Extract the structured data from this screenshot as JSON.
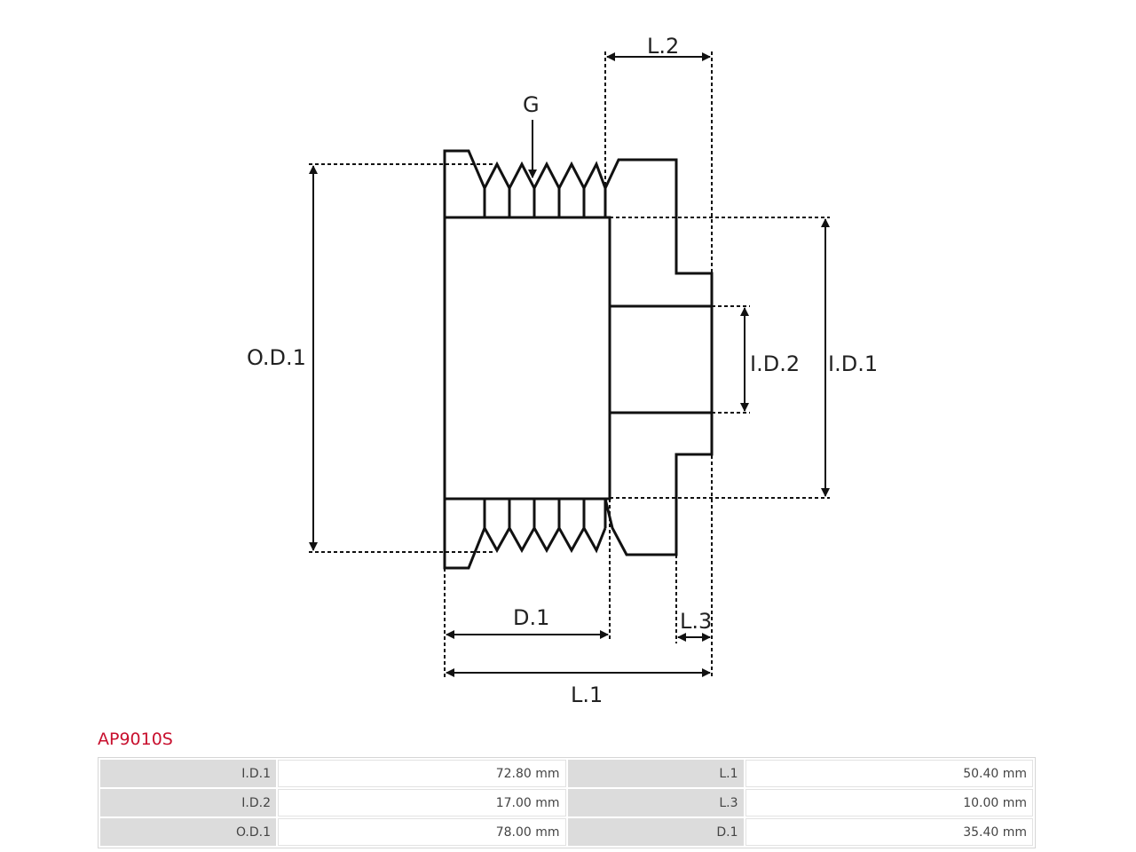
{
  "diagram": {
    "labels": {
      "od1": "O.D.1",
      "id1": "I.D.1",
      "id2": "I.D.2",
      "l1": "L.1",
      "l2": "L.2",
      "l3": "L.3",
      "d1": "D.1",
      "g": "G"
    }
  },
  "product": {
    "code": "AP9010S"
  },
  "specs": {
    "rows": [
      {
        "k1": "I.D.1",
        "v1": "72.80 mm",
        "k2": "L.1",
        "v2": "50.40 mm"
      },
      {
        "k1": "I.D.2",
        "v1": "17.00 mm",
        "k2": "L.3",
        "v2": "10.00 mm"
      },
      {
        "k1": "O.D.1",
        "v1": "78.00 mm",
        "k2": "D.1",
        "v2": "35.40 mm"
      }
    ]
  }
}
